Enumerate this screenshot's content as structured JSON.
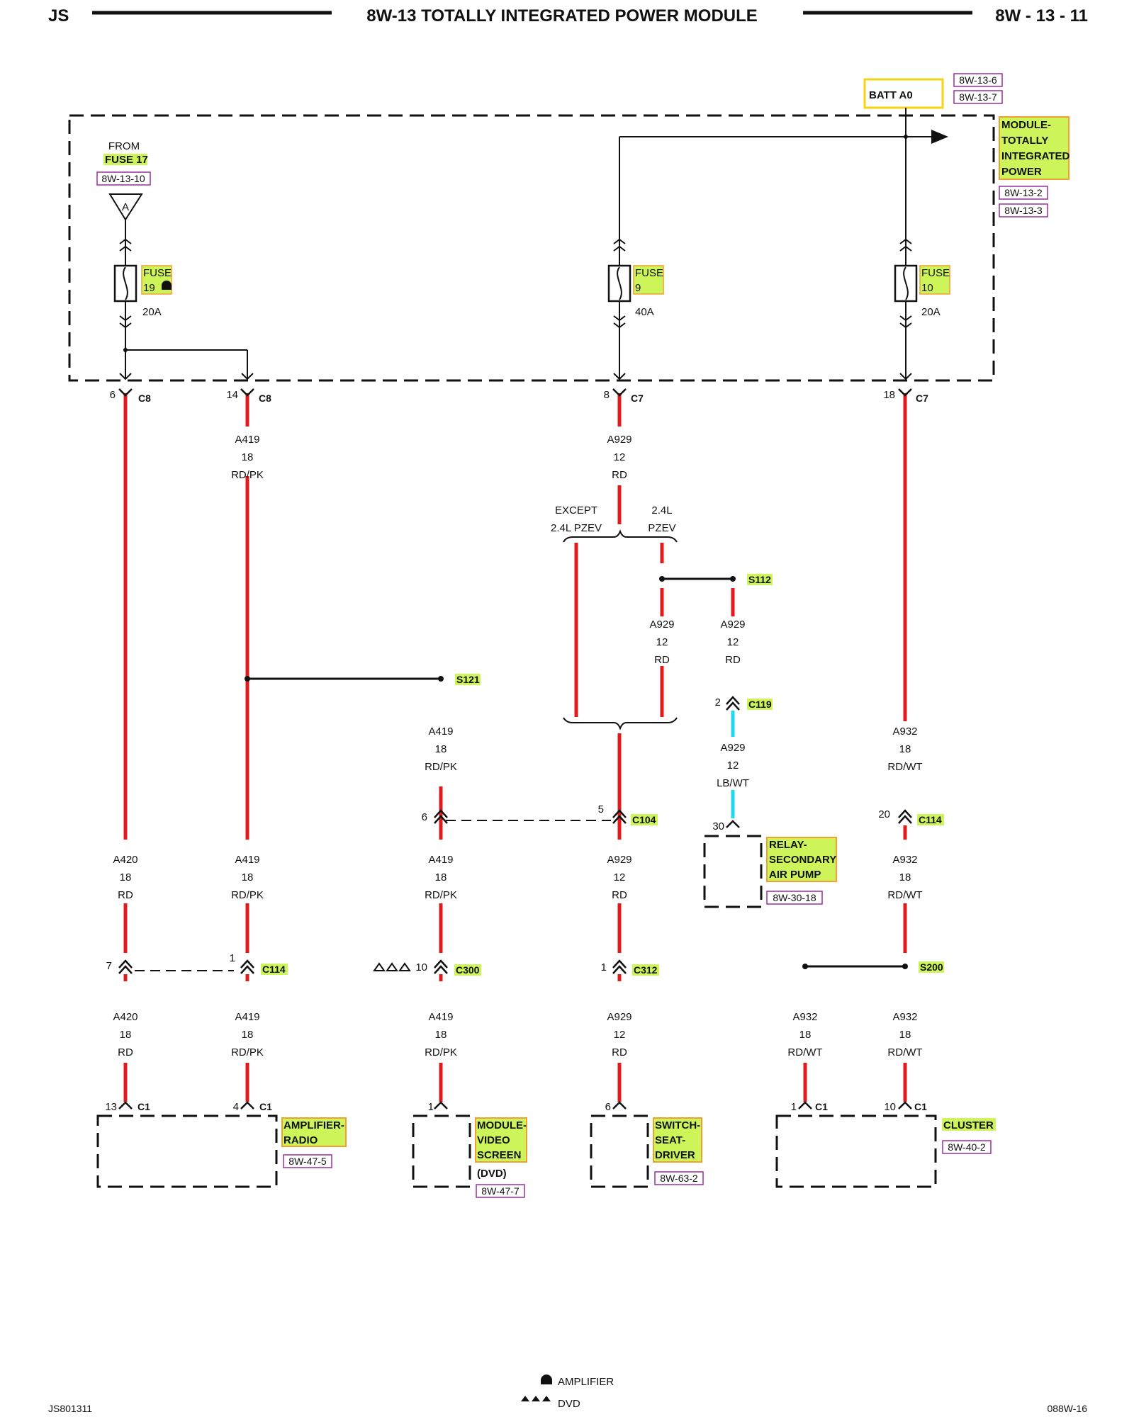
{
  "header": {
    "left": "JS",
    "title": "8W-13 TOTALLY INTEGRATED POWER MODULE",
    "page": "8W - 13 - 11"
  },
  "footer": {
    "left_code": "JS801311",
    "right_code": "088W-16",
    "legend": [
      {
        "symbol": "amplifier-icon",
        "label": "AMPLIFIER"
      },
      {
        "symbol": "dvd-icon",
        "label": "DVD"
      }
    ]
  },
  "colors": {
    "red_wire": "#e01b1b",
    "cyan_wire": "#22d8ee",
    "highlight": "#cdf55a",
    "highlight_border": "#f0a030",
    "xref_border": "#9b2ea0",
    "batt_border": "#f5d316"
  },
  "power_module": {
    "name_lines": [
      "MODULE-",
      "TOTALLY",
      "INTEGRATED",
      "POWER"
    ],
    "refs": [
      "8W-13-2",
      "8W-13-3"
    ]
  },
  "batt": {
    "label": "BATT A0",
    "refs": [
      "8W-13-6",
      "8W-13-7"
    ]
  },
  "from_fuse": {
    "line1": "FROM",
    "line2": "FUSE 17",
    "ref": "8W-13-10",
    "letter": "A"
  },
  "fuses": [
    {
      "id": "fuse19",
      "word": "FUSE",
      "num": "19",
      "rating": "20A"
    },
    {
      "id": "fuse9",
      "word": "FUSE",
      "num": "9",
      "rating": "40A"
    },
    {
      "id": "fuse10",
      "word": "FUSE",
      "num": "10",
      "rating": "20A"
    }
  ],
  "module_outputs": [
    {
      "pin": "6",
      "conn": "C8"
    },
    {
      "pin": "14",
      "conn": "C8"
    },
    {
      "pin": "8",
      "conn": "C7"
    },
    {
      "pin": "18",
      "conn": "C7"
    }
  ],
  "wires": {
    "a419_top": [
      "A419",
      "18",
      "RD/PK"
    ],
    "a929_top": [
      "A929",
      "12",
      "RD"
    ],
    "a929_pzev": [
      "A929",
      "12",
      "RD"
    ],
    "a929_s112": [
      "A929",
      "12",
      "RD"
    ],
    "a929_lbwt": [
      "A929",
      "12",
      "LB/WT"
    ],
    "a419_s121": [
      "A419",
      "18",
      "RD/PK"
    ],
    "a932_top": [
      "A932",
      "18",
      "RD/WT"
    ],
    "a420_mid": [
      "A420",
      "18",
      "RD"
    ],
    "a419_mid": [
      "A419",
      "18",
      "RD/PK"
    ],
    "a419_dvd_mid": [
      "A419",
      "18",
      "RD/PK"
    ],
    "a929_mid": [
      "A929",
      "12",
      "RD"
    ],
    "a932_mid": [
      "A932",
      "18",
      "RD/WT"
    ],
    "a420_bot": [
      "A420",
      "18",
      "RD"
    ],
    "a419_bot": [
      "A419",
      "18",
      "RD/PK"
    ],
    "a419_dvd_bot": [
      "A419",
      "18",
      "RD/PK"
    ],
    "a929_bot": [
      "A929",
      "12",
      "RD"
    ],
    "a932_s200_left": [
      "A932",
      "18",
      "RD/WT"
    ],
    "a932_s200_right": [
      "A932",
      "18",
      "RD/WT"
    ]
  },
  "options": {
    "except": [
      "EXCEPT",
      "2.4L PZEV"
    ],
    "pzev": [
      "2.4L",
      "PZEV"
    ]
  },
  "splices": {
    "s112": "S112",
    "s121": "S121",
    "s200": "S200"
  },
  "connectors": {
    "c119": {
      "pin": "2",
      "name": "C119"
    },
    "c104_left": {
      "pin": "6"
    },
    "c104": {
      "pin": "5",
      "name": "C104"
    },
    "c114_a932": {
      "pin": "20",
      "name": "C114"
    },
    "c114_left": {
      "pin": "7"
    },
    "c114": {
      "pin": "1",
      "name": "C114"
    },
    "c300": {
      "pin": "10",
      "name": "C300"
    },
    "c312": {
      "pin": "1",
      "name": "C312"
    },
    "relay_pin": {
      "pin": "30"
    }
  },
  "relay": {
    "name_lines": [
      "RELAY-",
      "SECONDARY",
      "AIR PUMP"
    ],
    "ref": "8W-30-18"
  },
  "components": [
    {
      "id": "amp",
      "name_lines": [
        "AMPLIFIER-",
        "RADIO"
      ],
      "ref": "8W-47-5",
      "pins": [
        {
          "pin": "13",
          "conn": "C1"
        },
        {
          "pin": "4",
          "conn": "C1"
        }
      ]
    },
    {
      "id": "video",
      "name_lines": [
        "MODULE-",
        "VIDEO",
        "SCREEN"
      ],
      "extra": "(DVD)",
      "ref": "8W-47-7",
      "pins": [
        {
          "pin": "1"
        }
      ]
    },
    {
      "id": "seat",
      "name_lines": [
        "SWITCH-",
        "SEAT-",
        "DRIVER"
      ],
      "ref": "8W-63-2",
      "pins": [
        {
          "pin": "6"
        }
      ]
    },
    {
      "id": "cluster",
      "name_lines": [
        "CLUSTER"
      ],
      "ref": "8W-40-2",
      "pins": [
        {
          "pin": "1",
          "conn": "C1"
        },
        {
          "pin": "10",
          "conn": "C1"
        }
      ]
    }
  ]
}
